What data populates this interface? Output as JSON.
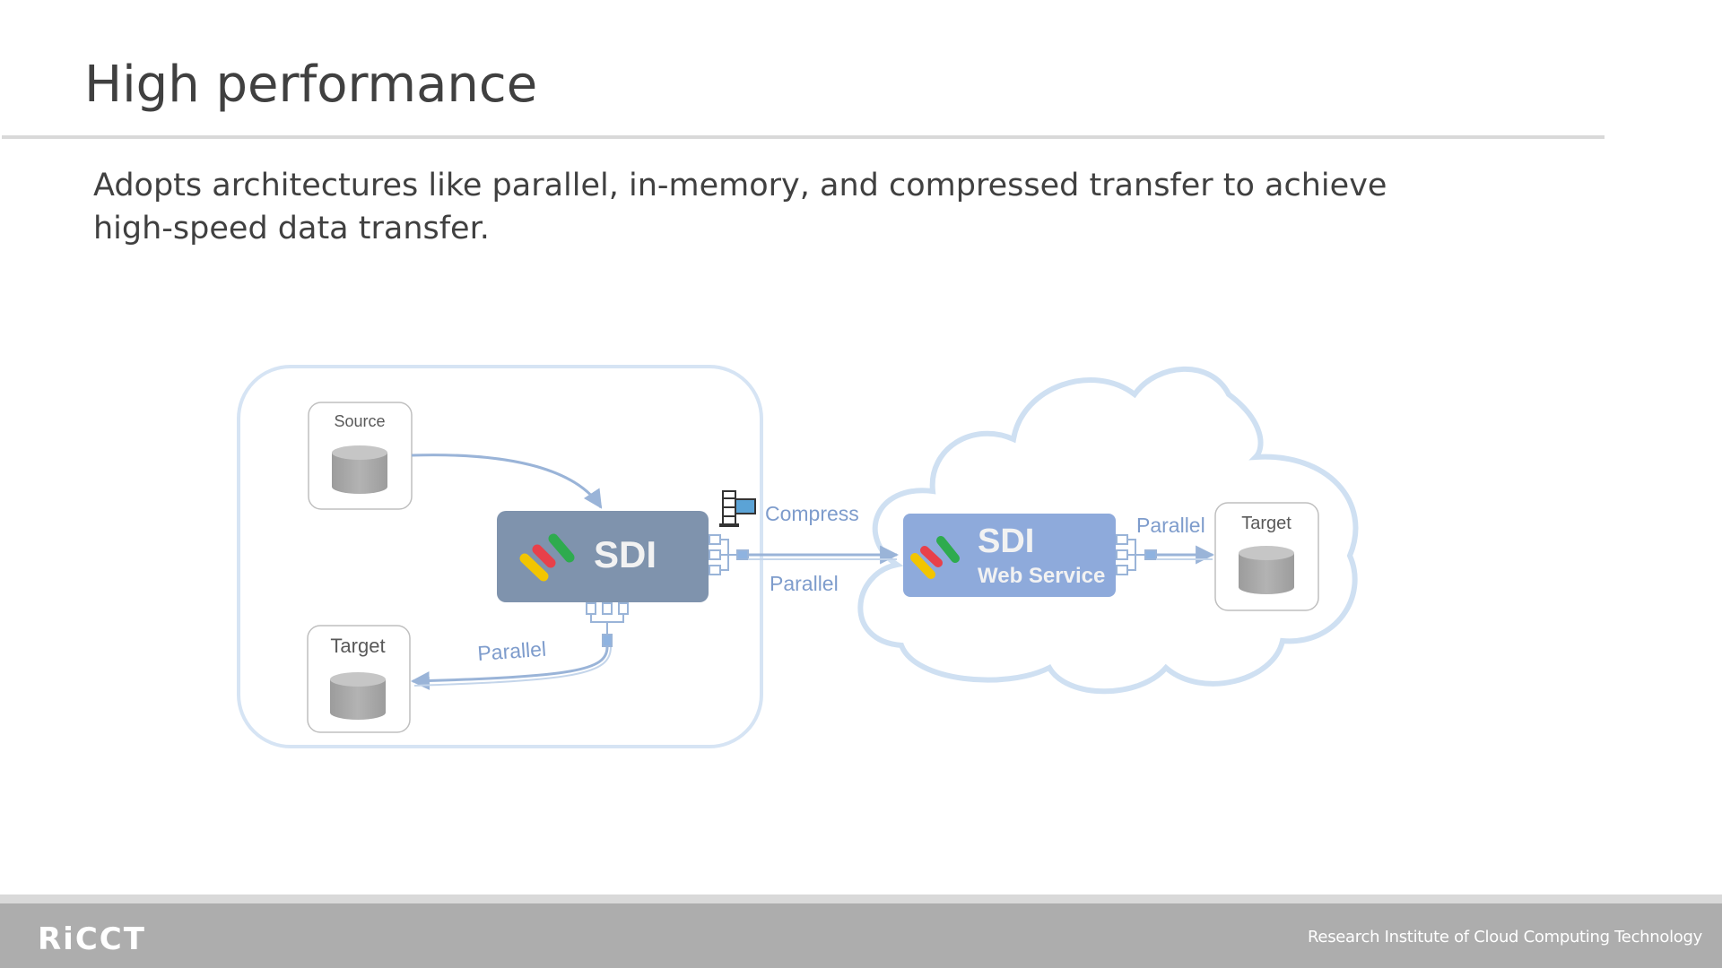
{
  "slide": {
    "title": "High performance",
    "subtitle": "Adopts architectures like parallel, in-memory, and compressed transfer to achieve high-speed data transfer."
  },
  "diagram": {
    "source_label": "Source",
    "local_target_label": "Target",
    "remote_target_label": "Target",
    "sdi_label": "SDI",
    "sdi_ws_label": "SDI",
    "sdi_ws_sublabel": "Web Service",
    "compress_label": "Compress",
    "parallel_label_mid": "Parallel",
    "parallel_label_local": "Parallel",
    "parallel_label_remote": "Parallel",
    "icons": [
      "database-icon",
      "sdi-logo-icon",
      "compress-icon",
      "cloud-shape"
    ],
    "colors": {
      "container_stroke": "#cfe0f2",
      "sdi_box": "#7f93ad",
      "sdi_ws_box": "#8eaadb",
      "database": "#a6a6a6",
      "arrow": "#9ab4d8",
      "label_blue": "#7e9ccc",
      "logo_yellow": "#f2c500",
      "logo_red": "#e8404a",
      "logo_green": "#2eab4e"
    }
  },
  "footer": {
    "logo": "RiCCT",
    "org": "Research Institute of Cloud Computing Technology"
  }
}
